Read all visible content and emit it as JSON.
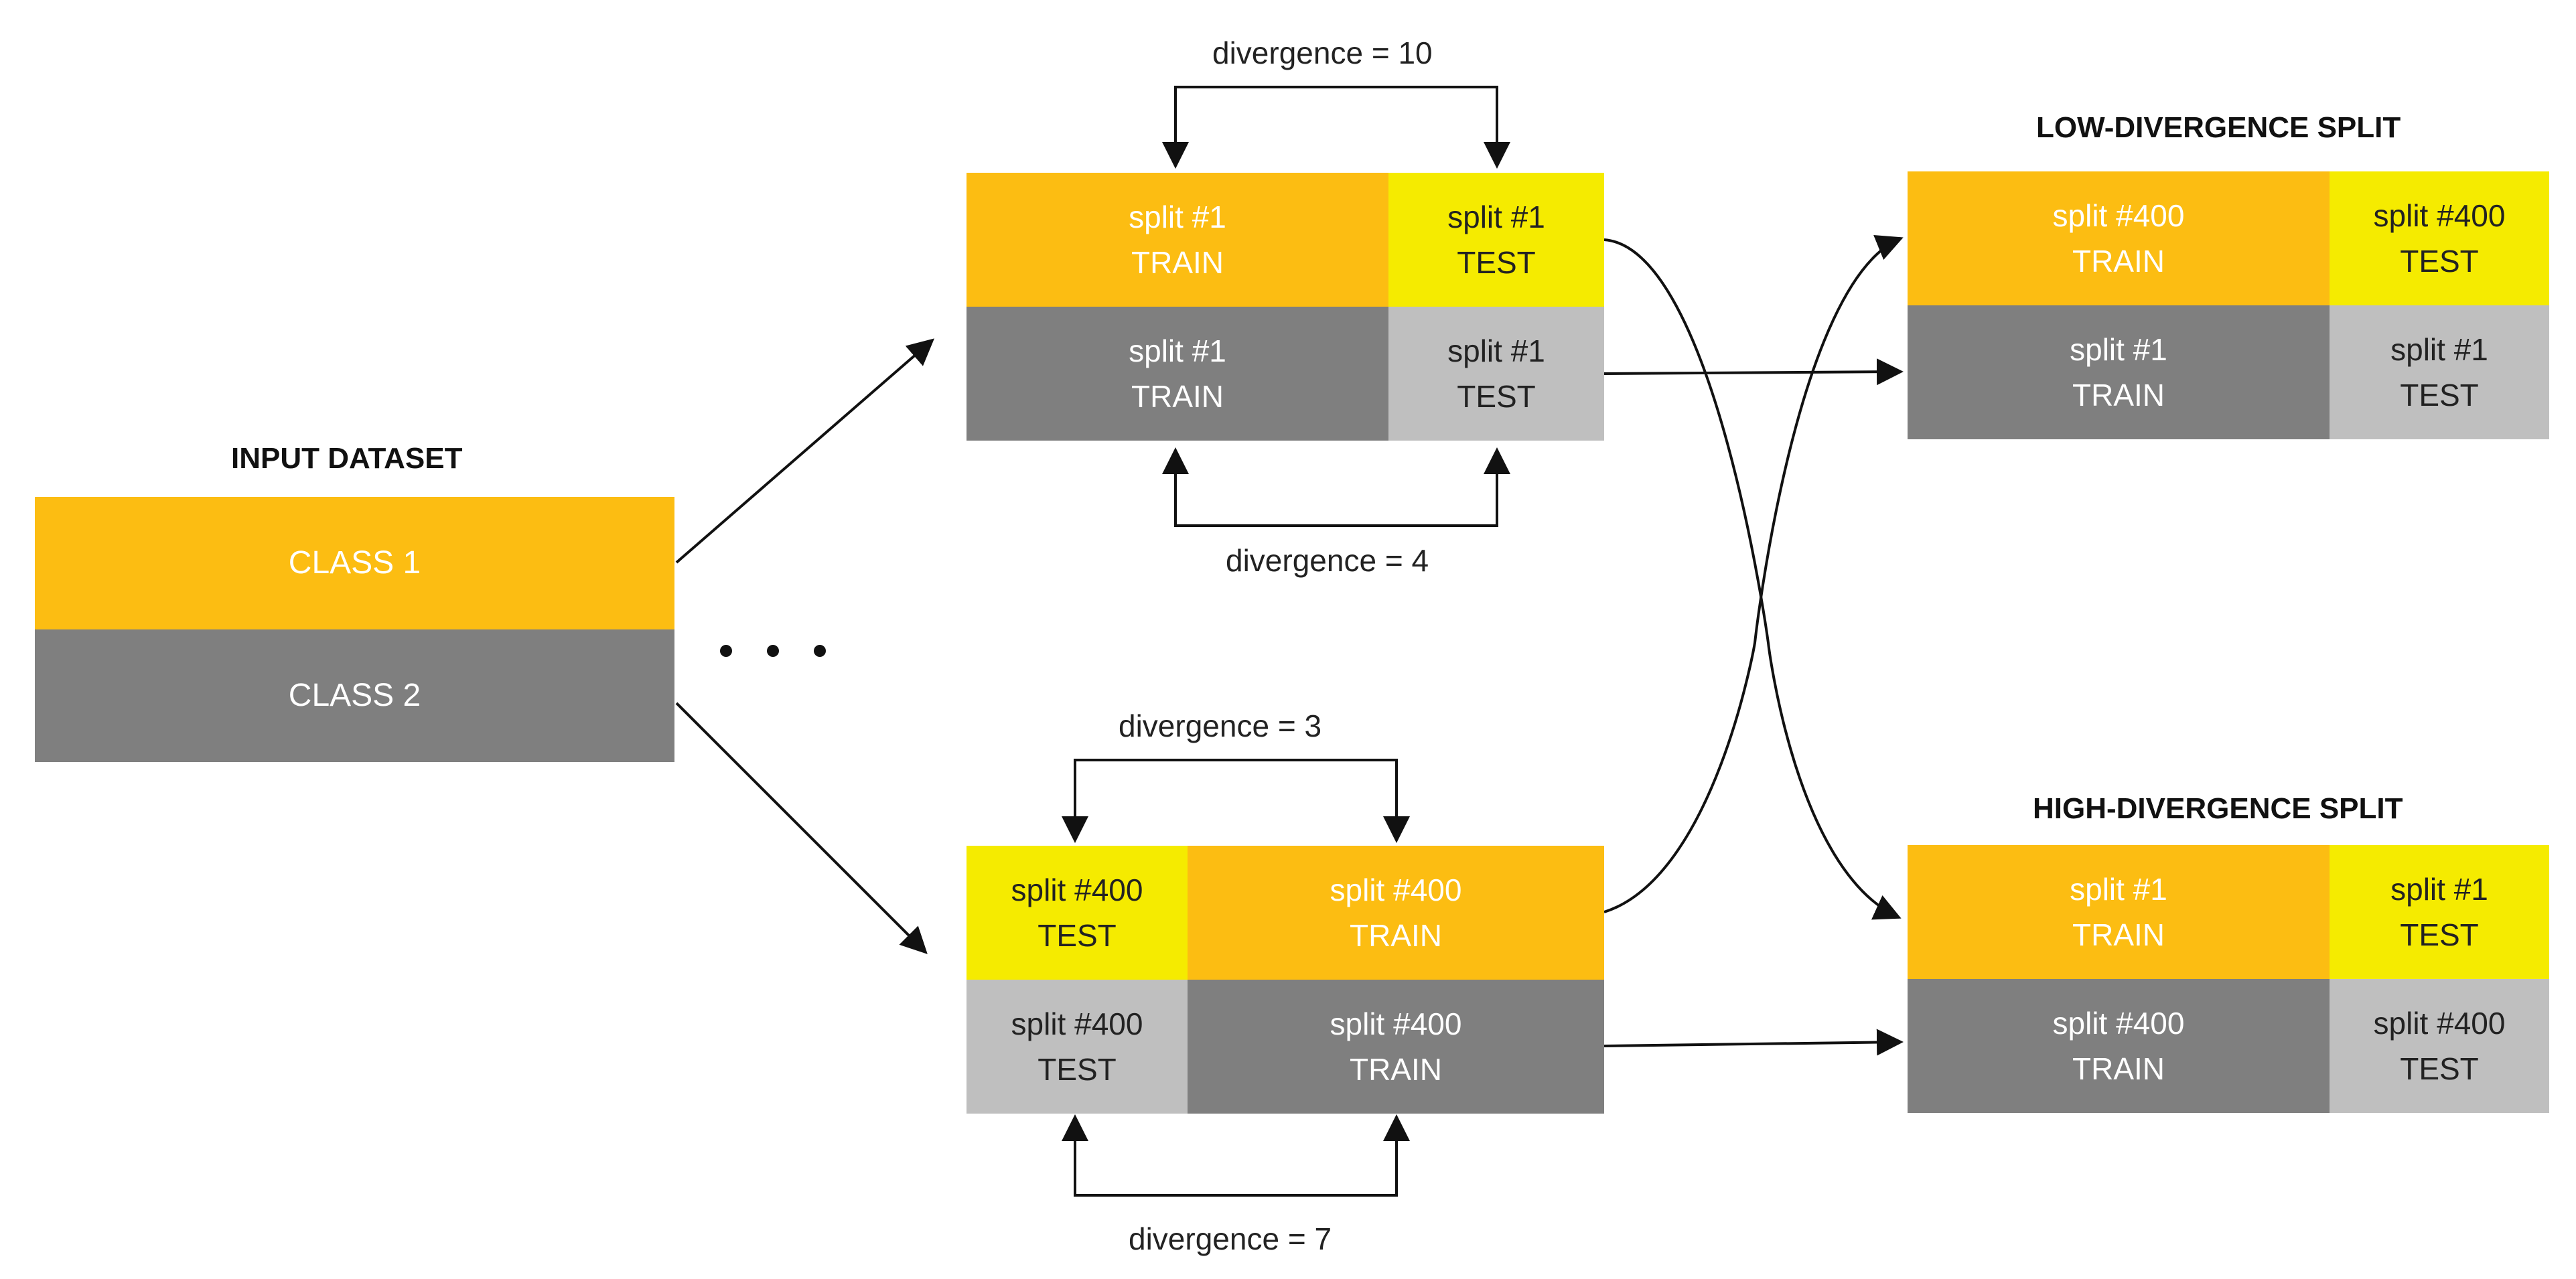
{
  "input_dataset": {
    "heading": "INPUT DATASET",
    "class1": "CLASS 1",
    "class2": "CLASS 2"
  },
  "split_top": {
    "class1_train": [
      "split #1",
      "TRAIN"
    ],
    "class1_test": [
      "split #1",
      "TEST"
    ],
    "class2_train": [
      "split #1",
      "TRAIN"
    ],
    "class2_test": [
      "split #1",
      "TEST"
    ],
    "divergence_class1": "divergence  = 10",
    "divergence_class2": "divergence  = 4"
  },
  "split_bottom": {
    "class1_test": [
      "split #400",
      "TEST"
    ],
    "class1_train": [
      "split #400",
      "TRAIN"
    ],
    "class2_test": [
      "split #400",
      "TEST"
    ],
    "class2_train": [
      "split #400",
      "TRAIN"
    ],
    "divergence_class1": "divergence  = 3",
    "divergence_class2": "divergence  = 7"
  },
  "low_divergence": {
    "heading": "LOW-DIVERGENCE  SPLIT",
    "class1_train": [
      "split #400",
      "TRAIN"
    ],
    "class1_test": [
      "split #400",
      "TEST"
    ],
    "class2_train": [
      "split #1",
      "TRAIN"
    ],
    "class2_test": [
      "split #1",
      "TEST"
    ]
  },
  "high_divergence": {
    "heading": "HIGH-DIVERGENCE  SPLIT",
    "class1_train": [
      "split #1",
      "TRAIN"
    ],
    "class1_test": [
      "split #1",
      "TEST"
    ],
    "class2_train": [
      "split #400",
      "TRAIN"
    ],
    "class2_test": [
      "split #400",
      "TEST"
    ]
  },
  "colors": {
    "class1_train": "#FCBD12",
    "class1_test": "#F5EB00",
    "class2_train": "#7F7F7F",
    "class2_test": "#BFBFBF"
  }
}
